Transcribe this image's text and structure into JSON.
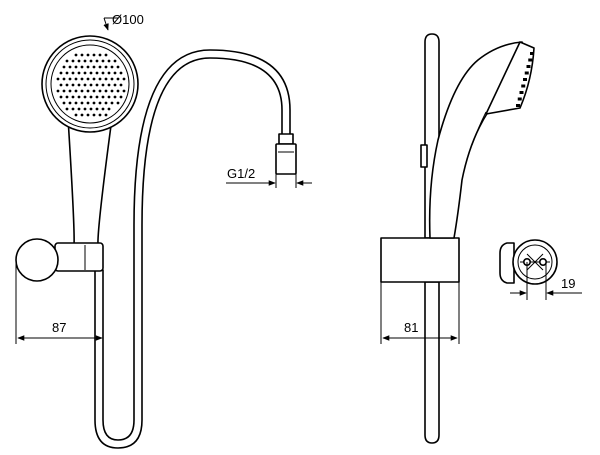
{
  "dimensions": {
    "head_diameter": "Ø100",
    "connector_thread": "G1/2",
    "holder_width_front": "87",
    "holder_width_side": "81",
    "bracket_depth": "19"
  },
  "colors": {
    "line": "#000000",
    "background": "#ffffff"
  }
}
